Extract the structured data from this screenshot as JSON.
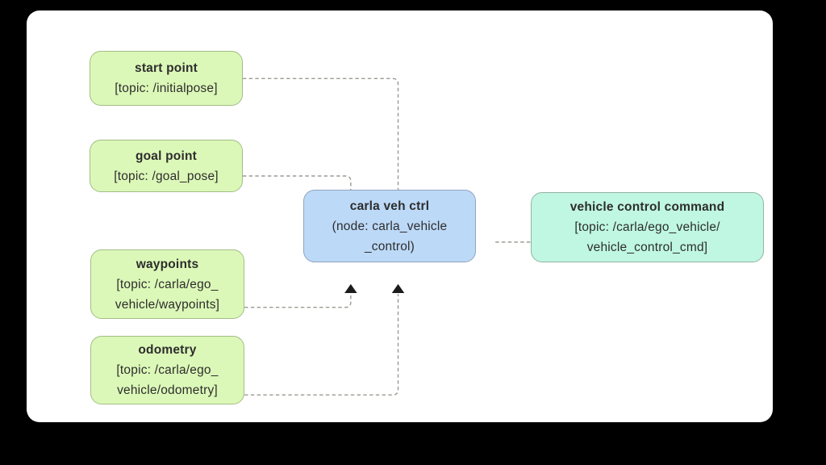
{
  "colors": {
    "page_bg": "#000000",
    "card_bg": "#ffffff",
    "input_node_fill": "#dcf8b8",
    "input_node_border": "#a3bd85",
    "process_node_fill": "#bcd9f7",
    "process_node_border": "#8fa6bf",
    "output_node_fill": "#bff7e2",
    "output_node_border": "#94b2a5",
    "connector": "#9b9b93",
    "arrowhead": "#1c1c1c",
    "text": "#2d2d2d"
  },
  "nodes": {
    "start_point": {
      "title": "start point",
      "line1": "[topic: /initialpose]"
    },
    "goal_point": {
      "title": "goal point",
      "line1": "[topic: /goal_pose]"
    },
    "waypoints": {
      "title": "waypoints",
      "line1": "[topic: /carla/ego_",
      "line2": "vehicle/waypoints]"
    },
    "odometry": {
      "title": "odometry",
      "line1": "[topic: /carla/ego_",
      "line2": "vehicle/odometry]"
    },
    "carla_veh_ctrl": {
      "title": "carla veh ctrl",
      "line1": "(node: carla_vehicle",
      "line2": "_control)"
    },
    "vehicle_control_command": {
      "title": "vehicle control command",
      "line1": "[topic: /carla/ego_vehicle/",
      "line2": "vehicle_control_cmd]"
    }
  },
  "edges": [
    {
      "from": "start point",
      "to": "carla veh ctrl"
    },
    {
      "from": "goal point",
      "to": "carla veh ctrl"
    },
    {
      "from": "waypoints",
      "to": "carla veh ctrl"
    },
    {
      "from": "odometry",
      "to": "carla veh ctrl"
    },
    {
      "from": "carla veh ctrl",
      "to": "vehicle control command"
    }
  ]
}
